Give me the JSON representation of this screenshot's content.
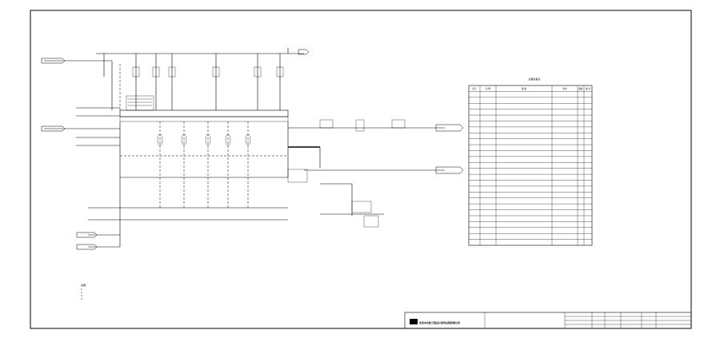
{
  "table": {
    "title": "主要设备表",
    "headers": [
      "序号",
      "名 称",
      "规 格",
      "单位",
      "数量",
      "备 注"
    ],
    "rows": [
      [
        "",
        "",
        "",
        "",
        "",
        ""
      ],
      [
        "",
        "",
        "",
        "",
        "",
        ""
      ],
      [
        "",
        "",
        "",
        "",
        "",
        ""
      ],
      [
        "",
        "",
        "",
        "",
        "",
        ""
      ],
      [
        "",
        "",
        "",
        "",
        "",
        ""
      ],
      [
        "",
        "",
        "",
        "",
        "",
        ""
      ],
      [
        "",
        "",
        "",
        "",
        "",
        ""
      ],
      [
        "",
        "",
        "",
        "",
        "",
        ""
      ],
      [
        "",
        "",
        "",
        "",
        "",
        ""
      ],
      [
        "",
        "",
        "",
        "",
        "",
        ""
      ],
      [
        "",
        "",
        "",
        "",
        "",
        ""
      ],
      [
        "",
        "",
        "",
        "",
        "",
        ""
      ],
      [
        "",
        "",
        "",
        "",
        "",
        ""
      ],
      [
        "",
        "",
        "",
        "",
        "",
        ""
      ],
      [
        "",
        "",
        "",
        "",
        "",
        ""
      ],
      [
        "",
        "",
        "",
        "",
        "",
        ""
      ],
      [
        "",
        "",
        "",
        "",
        "",
        ""
      ],
      [
        "",
        "",
        "",
        "",
        "",
        ""
      ],
      [
        "",
        "",
        "",
        "",
        "",
        ""
      ],
      [
        "",
        "",
        "",
        "",
        "",
        ""
      ],
      [
        "",
        "",
        "",
        "",
        "",
        ""
      ],
      [
        "",
        "",
        "",
        "",
        "",
        ""
      ],
      [
        "",
        "",
        "",
        "",
        "",
        ""
      ],
      [
        "",
        "",
        "",
        "",
        "",
        ""
      ],
      [
        "",
        "",
        "",
        "",
        "",
        ""
      ],
      [
        "",
        "",
        "",
        "",
        "",
        ""
      ]
    ]
  },
  "notes": {
    "heading": "说明：",
    "lines": [
      "1.",
      "2.",
      "3.",
      "4."
    ]
  },
  "title_block": {
    "company": "北京市市政工程设计研究总院有限公司",
    "project_1": "",
    "project_2": "",
    "drawing_title": "",
    "labels": [
      "",
      "",
      "",
      "",
      "",
      "",
      "",
      ""
    ],
    "values": [
      "",
      "",
      "",
      "",
      "",
      "",
      "",
      ""
    ]
  },
  "diagram": {
    "pipe_labels": [
      "",
      "",
      "",
      "",
      "",
      "",
      "",
      "",
      "",
      ""
    ],
    "tags": [
      "",
      "",
      "",
      "",
      "",
      "",
      "",
      "",
      "",
      "",
      "",
      ""
    ]
  }
}
